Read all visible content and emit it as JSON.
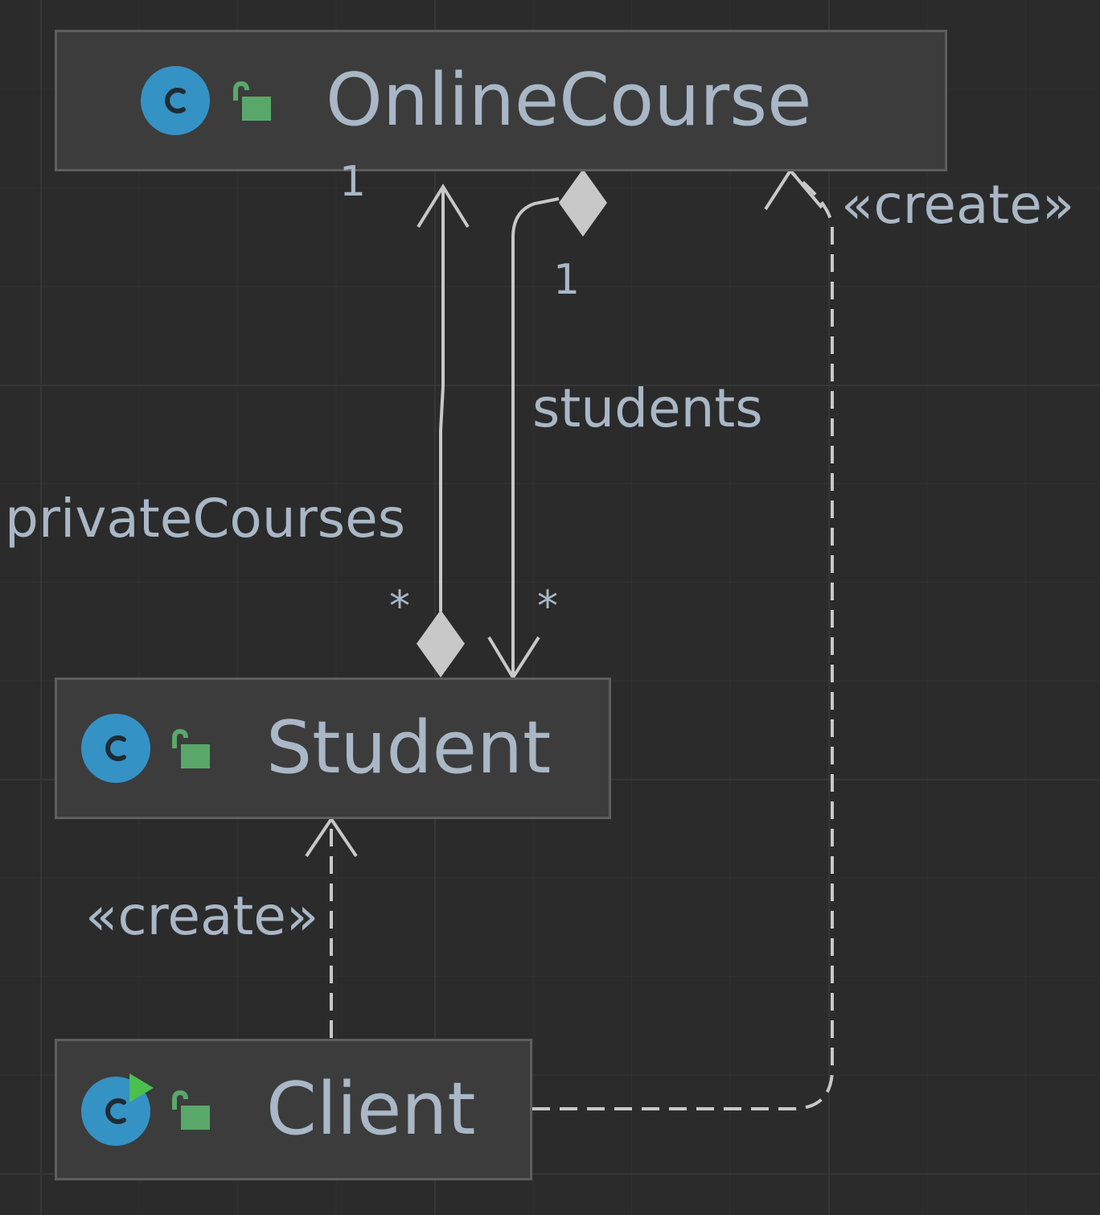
{
  "classes": {
    "online_course": {
      "name": "OnlineCourse",
      "kind_icon": "class-icon",
      "visibility_icon": "public-lock-icon"
    },
    "student": {
      "name": "Student",
      "kind_icon": "class-icon",
      "visibility_icon": "public-lock-icon"
    },
    "client": {
      "name": "Client",
      "kind_icon": "runnable-class-icon",
      "visibility_icon": "public-lock-icon"
    }
  },
  "relations": {
    "private_courses": {
      "role": "privateCourses",
      "source_multiplicity": "1",
      "target_multiplicity": "*"
    },
    "students": {
      "role": "students",
      "source_multiplicity": "1",
      "target_multiplicity": "*"
    },
    "client_creates_student": {
      "stereotype": "«create»"
    },
    "client_creates_course": {
      "stereotype": "«create»"
    }
  },
  "colors": {
    "canvas": "#2b2b2b",
    "box_fill": "#3c3c3c",
    "box_border": "#5e5e5e",
    "text": "#a9b7c6",
    "edge": "#c8c8c8",
    "class_icon": "#3592c4",
    "lock": "#59a869",
    "run_badge": "#4bbf50"
  }
}
